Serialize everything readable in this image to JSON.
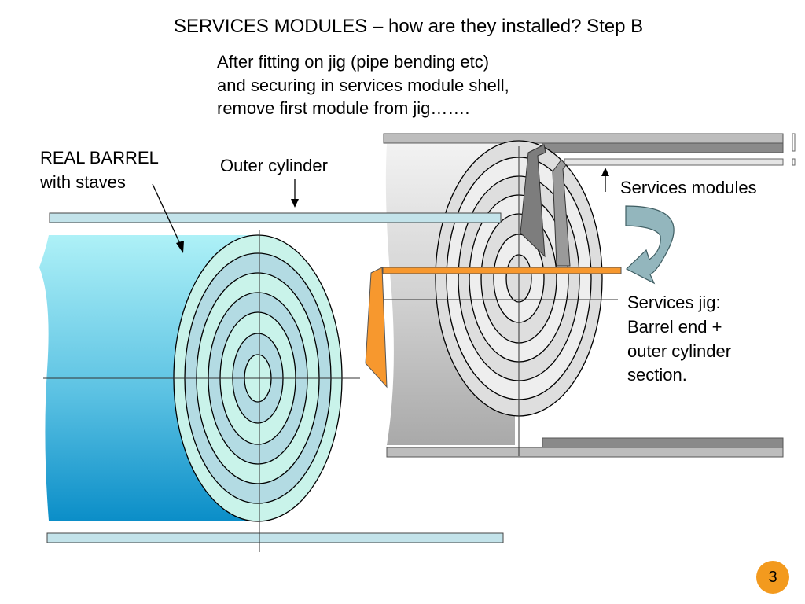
{
  "slide": {
    "title": "SERVICES MODULES – how are they installed?   Step B",
    "intro_lines": [
      "After fitting on jig (pipe bending etc)",
      "and securing in services module shell,",
      "remove first module from jig……."
    ],
    "page_number": "3"
  },
  "labels": {
    "real_barrel": [
      "REAL BARREL",
      "with staves"
    ],
    "outer_cylinder": "Outer cylinder",
    "services_modules": "Services modules",
    "services_jig": [
      "Services jig:",
      "Barrel end +",
      "outer cylinder",
      "section."
    ]
  },
  "colors": {
    "barrel_top": "#aef1f7",
    "barrel_bottom": "#0b8ec8",
    "barrel_end": "#c9f3ea",
    "outer_cylinder_bar": "#c3e3ea",
    "jig_orange": "#f7982e",
    "jig_body": "#cfcfcf",
    "module_dark": "#7d7d7d",
    "arrow_fill": "#93b6bd",
    "page_badge": "#f39a1e"
  }
}
